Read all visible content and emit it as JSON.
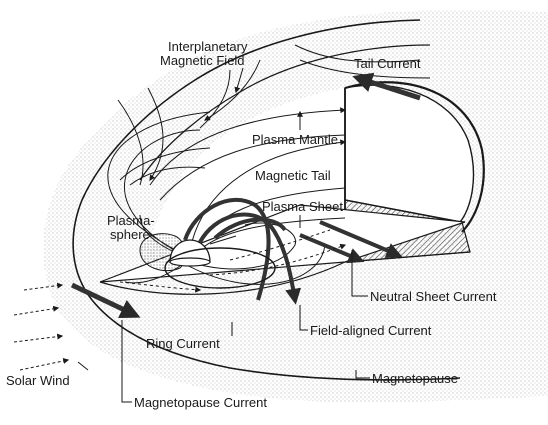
{
  "labels": {
    "interplanetary_line1": "Interplanetary",
    "interplanetary_line2": "Magnetic Field",
    "tail_current": "Tail Current",
    "plasma_mantle": "Plasma Mantle",
    "magnetic_tail": "Magnetic Tail",
    "plasma_sheet": "Plasma Sheet",
    "plasmasphere_line1": "Plasma-",
    "plasmasphere_line2": "sphere",
    "neutral_sheet_current": "Neutral Sheet Current",
    "field_aligned_current": "Field-aligned Current",
    "ring_current": "Ring Current",
    "solar_wind": "Solar Wind",
    "magnetopause": "Magnetopause",
    "magnetopause_current": "Magnetopause Current"
  },
  "colors": {
    "ink": "#1a1a1a",
    "stipple": "#b4b4b4",
    "background": "#ffffff"
  }
}
